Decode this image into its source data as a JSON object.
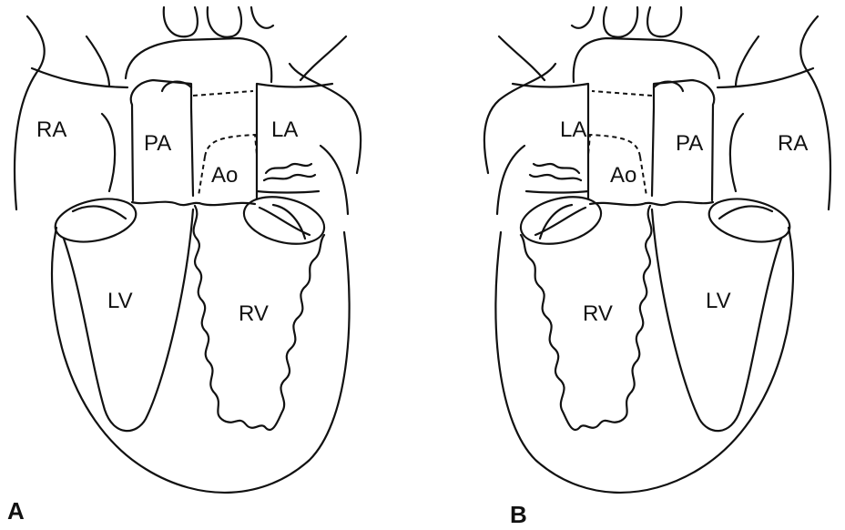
{
  "panels": [
    {
      "letter": "A",
      "labels": {
        "ra": "RA",
        "pa": "PA",
        "la": "LA",
        "ao": "Ao",
        "lv": "LV",
        "rv": "RV"
      }
    },
    {
      "letter": "B",
      "labels": {
        "ra": "RA",
        "pa": "PA",
        "la": "LA",
        "ao": "Ao",
        "lv": "LV",
        "rv": "RV"
      }
    }
  ]
}
